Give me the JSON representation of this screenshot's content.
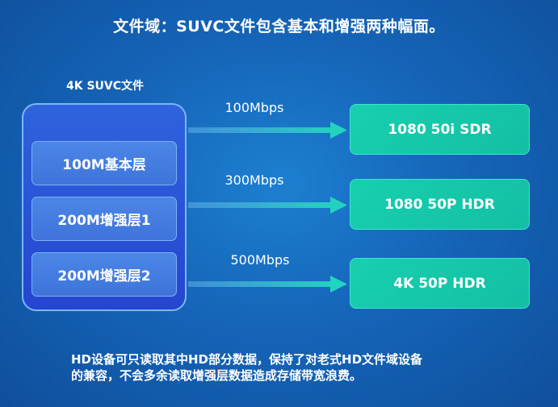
{
  "title": "文件域：SUVC文件包含基本和增强两种幅面。",
  "container": {
    "label": "4K SUVC文件",
    "layers": [
      "100M基本层",
      "200M增强层1",
      "200M增强层2"
    ]
  },
  "rates": [
    "100Mbps",
    "300Mbps",
    "500Mbps"
  ],
  "outputs": [
    "1080 50i SDR",
    "1080 50P HDR",
    "4K 50P HDR"
  ],
  "footer": {
    "line1": "HD设备可只读取其中HD部分数据，保持了对老式HD文件域设备",
    "line2": "的兼容，不会多余读取增强层数据造成存储带宽浪费。"
  },
  "colors": {
    "background": "#1565b8",
    "container": "#2545cf",
    "layer": "#3e74da",
    "output": "#14bfa4",
    "arrow": "#22d3c0"
  }
}
